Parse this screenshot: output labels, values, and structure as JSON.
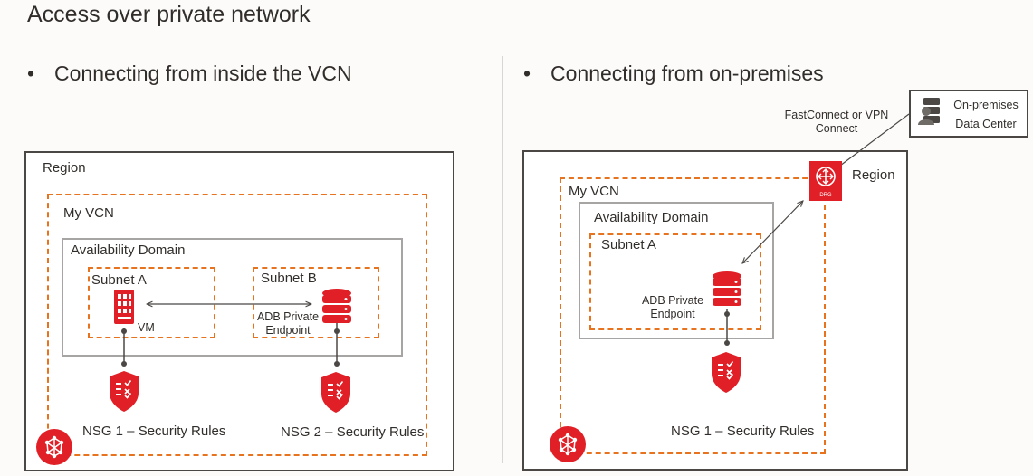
{
  "title": "Access over private network",
  "left": {
    "heading": "Connecting from inside the VCN",
    "region": "Region",
    "vcn": "My VCN",
    "availability_domain": "Availability Domain",
    "subnet_a": "Subnet A",
    "subnet_b": "Subnet B",
    "vm": "VM",
    "adb_endpoint_line1": "ADB Private",
    "adb_endpoint_line2": "Endpoint",
    "nsg1": "NSG 1 – Security Rules",
    "nsg2": "NSG 2 – Security Rules"
  },
  "right": {
    "heading": "Connecting from on-premises",
    "region": "Region",
    "vcn": "My VCN",
    "availability_domain": "Availability Domain",
    "subnet_a": "Subnet A",
    "adb_endpoint_line1": "ADB Private",
    "adb_endpoint_line2": "Endpoint",
    "nsg1": "NSG 1 – Security Rules",
    "fastconnect_line1": "FastConnect or VPN",
    "fastconnect_line2": "Connect",
    "onprem_line1": "On-premises",
    "onprem_line2": "Data Center",
    "drg_label": "DRG"
  },
  "colors": {
    "oracle_red": "#e01f26",
    "dashed_orange": "#e8731f",
    "text": "#312d2a"
  },
  "icons": [
    "vm-icon",
    "database-icon",
    "shield-icon",
    "drg-icon",
    "region-badge-icon",
    "server-user-icon"
  ]
}
